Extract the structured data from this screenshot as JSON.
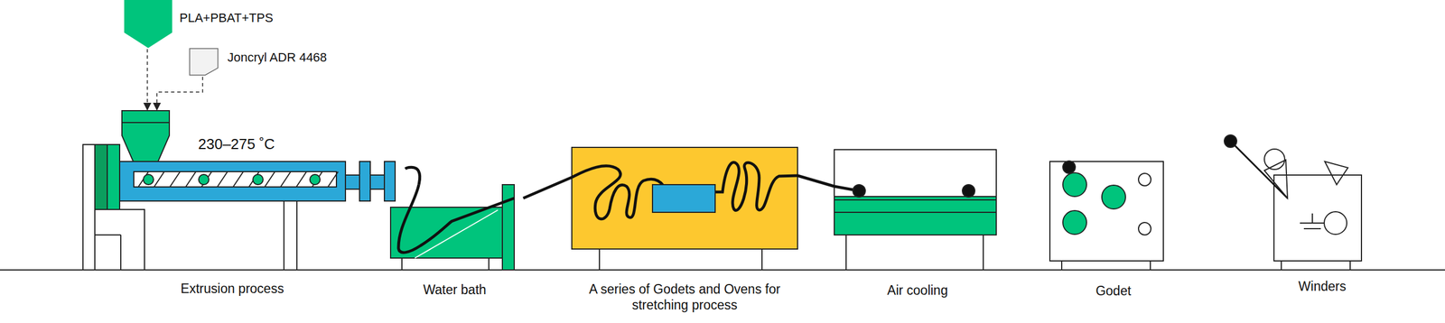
{
  "diagram": {
    "nodes": [
      {
        "text": [
          "PLA+PBAT+TPS"
        ]
      },
      {
        "text": [
          "Joncryl ADR 4468"
        ]
      },
      {
        "text": [
          "Extrusion process"
        ]
      },
      {
        "text": [
          "Water bath"
        ]
      },
      {
        "text": [
          "A series of Godets and Ovens for stretching process"
        ]
      },
      {
        "text": [
          "Air cooling"
        ]
      },
      {
        "text": [
          "Godet"
        ]
      },
      {
        "text": [
          "Winders"
        ]
      }
    ],
    "edges": [
      {
        "from": 0,
        "to": 2,
        "arrow": "to"
      },
      {
        "from": 1,
        "to": 2,
        "arrow": "to"
      },
      {
        "from": 2,
        "to": 3,
        "arrow": "none"
      },
      {
        "from": 3,
        "to": 4,
        "arrow": "none"
      },
      {
        "from": 4,
        "to": 5,
        "arrow": "none"
      }
    ],
    "labels": [
      "230–275 ˚C"
    ]
  }
}
